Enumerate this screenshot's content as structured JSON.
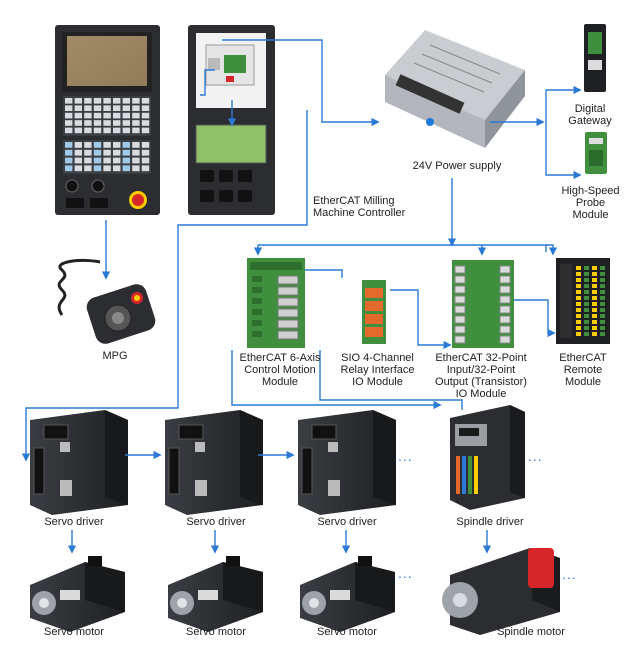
{
  "labels": {
    "power_supply": "24V Power supply",
    "digital_gateway": "Digital\nGateway",
    "probe_module": "High-Speed\nProbe\nModule",
    "milling_controller": "EtherCAT Milling\nMachine Controller",
    "mpg": "MPG",
    "axis_module": "EtherCAT 6-Axis\nControl Motion\nModule",
    "relay_module": "SIO 4-Channel\nRelay Interface\nIO Module",
    "io_32_module": "EtherCAT 32-Point\nInput/32-Point\nOutput (Transistor)\nIO Module",
    "remote_module": "EtherCAT\nRemote\nModule",
    "servo_driver_1": "Servo driver",
    "servo_driver_2": "Servo driver",
    "servo_driver_3": "Servo driver",
    "spindle_driver": "Spindle driver",
    "servo_motor_1": "Servo motor",
    "servo_motor_2": "Servo motor",
    "servo_motor_3": "Servo motor",
    "spindle_motor": "Spindle motor"
  },
  "ellipsis": "...",
  "colors": {
    "connection_line": "#2a7ad6",
    "device_dark": "#2b2d31",
    "pcb_green": "#3f8f3f",
    "lcd_green": "#8fc26a",
    "spindle_red": "#d7262a"
  }
}
